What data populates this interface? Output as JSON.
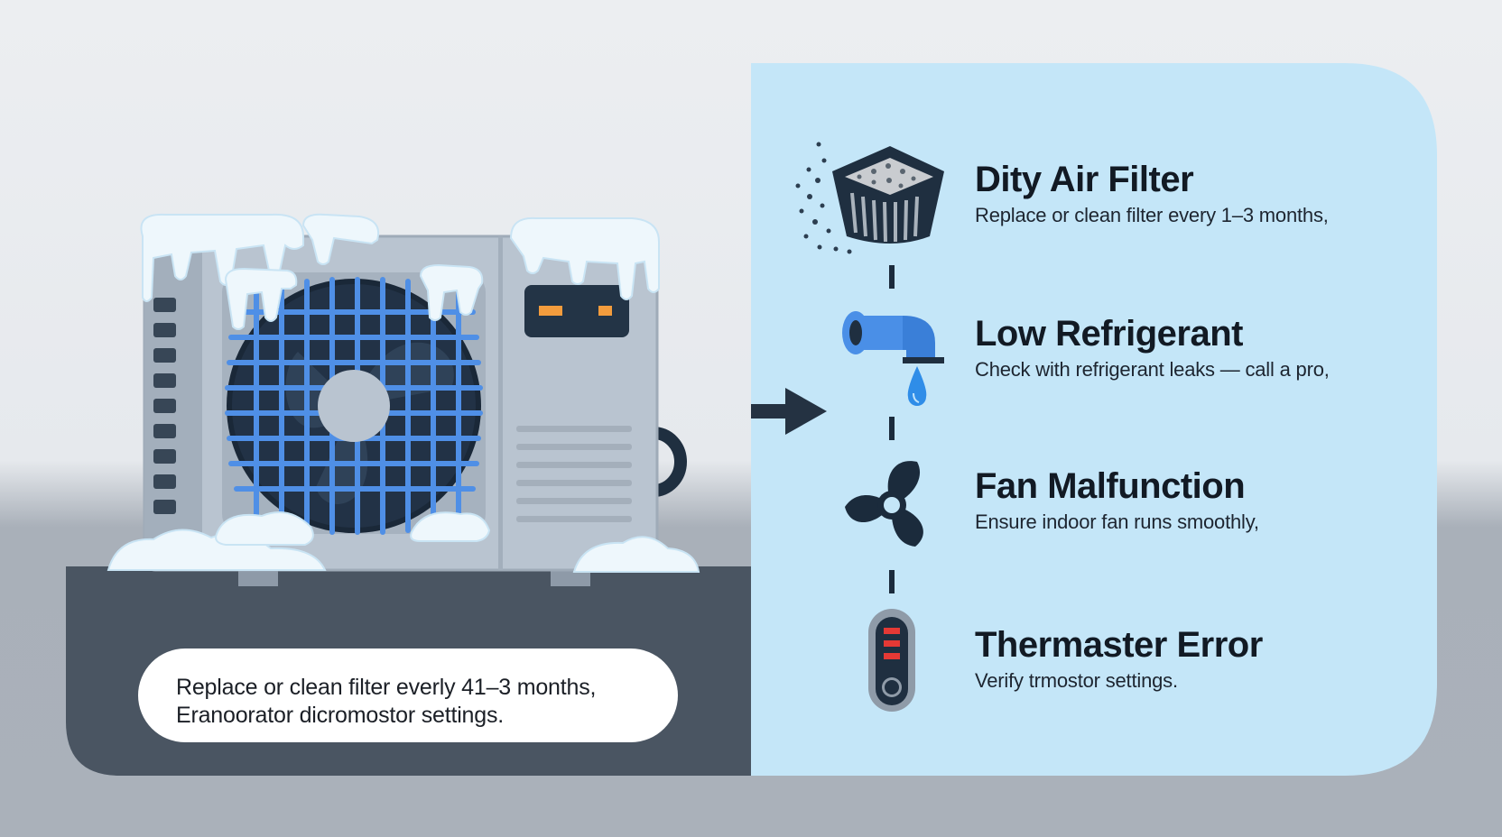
{
  "caption": {
    "line1": "Replace or clean filter everly 41–3 months,",
    "line2": "Eranoorator dicromostor settings."
  },
  "causes": [
    {
      "title": "Dity Air Filter",
      "description": "Replace or clean filter every 1–3 months,",
      "icon": "air-filter-icon"
    },
    {
      "title": "Low Refrigerant",
      "description": "Check with refrigerant leaks — call a pro,",
      "icon": "pipe-drip-icon"
    },
    {
      "title": "Fan Malfunction",
      "description": "Ensure indoor fan runs smoothly,",
      "icon": "fan-icon"
    },
    {
      "title": "Thermaster Error",
      "description": "Verify trmostor settings.",
      "icon": "thermostat-icon"
    }
  ],
  "colors": {
    "panel": "#c4e6f8",
    "dark_ground": "#4a5562",
    "grille_blue": "#4f8fe6",
    "ice": "#eef7fc",
    "icon_dark": "#1b2b3c",
    "thermostat_red": "#e53935",
    "status_orange": "#f39c3d"
  }
}
